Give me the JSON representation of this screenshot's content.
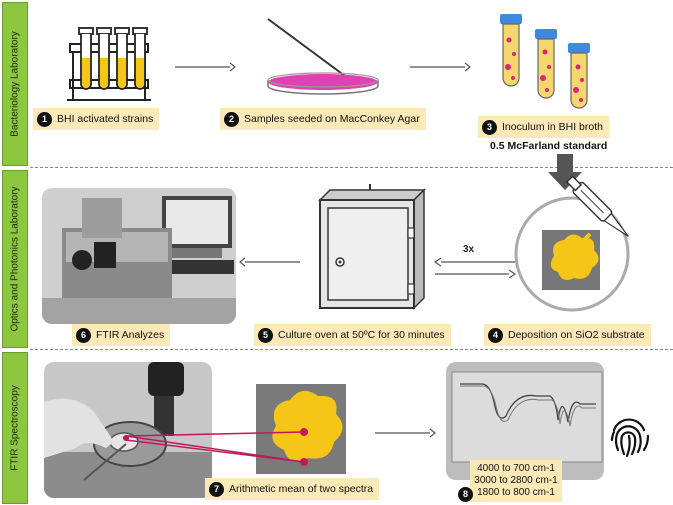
{
  "bands": {
    "bacteriology": "Bacteriology Laboratory",
    "optics": "Optics and Photonics Laboratory",
    "ftir": "FTIR Spectroscopy"
  },
  "steps": {
    "s1": {
      "num": "1",
      "text": "BHI activated strains"
    },
    "s2": {
      "num": "2",
      "text": "Samples seeded on MacConkey Agar"
    },
    "s3": {
      "num": "3",
      "text": "Inoculum in BHI broth",
      "sub": "0.5 McFarland standard"
    },
    "s4": {
      "num": "4",
      "text": "Deposition on SiO2 substrate"
    },
    "s5": {
      "num": "5",
      "text": "Culture oven at 50ºC for 30 minutes"
    },
    "s6": {
      "num": "6",
      "text": "FTIR Analyzes"
    },
    "s7": {
      "num": "7",
      "text": "Arithmetic mean of two spectra"
    },
    "s8": {
      "num": "8",
      "ranges": [
        "4000 to 700 cm-1",
        "3000 to 2800 cm-1",
        "1800 to 800 cm-1"
      ]
    }
  },
  "repeat_label": "3x",
  "colors": {
    "band": "#8dc63f",
    "label_bg": "#fbe9b7",
    "culture_yellow": "#f5c518",
    "agar_pink": "#e040b0",
    "spot_red": "#c0185a"
  }
}
